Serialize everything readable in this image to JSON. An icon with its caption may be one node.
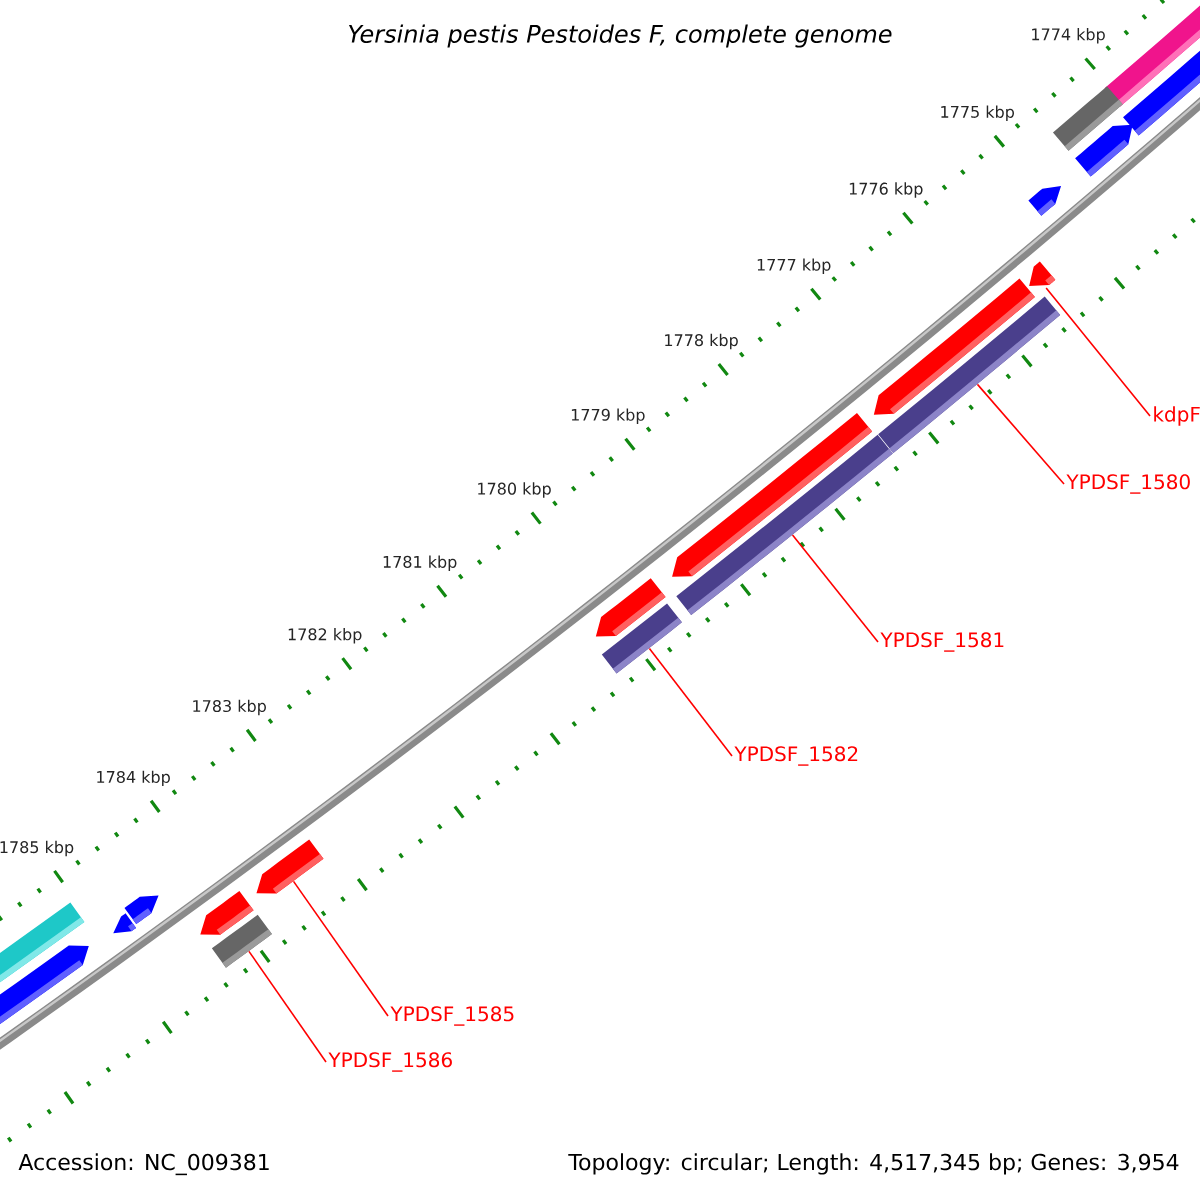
{
  "diagram": {
    "title": "Yersinia pestis Pestoides F, complete genome",
    "nodes": [
      {
        "text": [
          "kdpF"
        ]
      },
      {
        "text": [
          "YPDSF_1580"
        ]
      },
      {
        "text": [
          "YPDSF_1581"
        ]
      },
      {
        "text": [
          "YPDSF_1582"
        ]
      },
      {
        "text": [
          "YPDSF_1585"
        ]
      },
      {
        "text": [
          "YPDSF_1586"
        ]
      },
      {
        "text": [],
        "shape": "pentagon"
      },
      {
        "text": [],
        "shape": "bar"
      },
      {
        "text": [],
        "shape": "bar"
      },
      {
        "text": [],
        "shape": "bar"
      },
      {
        "text": [],
        "shape": "pentagon"
      },
      {
        "text": [],
        "shape": "bar"
      }
    ],
    "edges": [
      {
        "from": 0,
        "to": 6,
        "arrow": "none"
      },
      {
        "from": 1,
        "to": 7,
        "arrow": "none"
      },
      {
        "from": 2,
        "to": 8,
        "arrow": "none"
      },
      {
        "from": 3,
        "to": 9,
        "arrow": "none"
      },
      {
        "from": 4,
        "to": 10,
        "arrow": "none"
      },
      {
        "from": 5,
        "to": 11,
        "arrow": "none"
      }
    ],
    "labels": [
      "1774 kbp",
      "1775 kbp",
      "1776 kbp",
      "1777 kbp",
      "1778 kbp",
      "1779 kbp",
      "1780 kbp",
      "1781 kbp",
      "1782 kbp",
      "1783 kbp",
      "1784 kbp",
      "1785 kbp",
      "Accession: NC_009381",
      "Topology: circular; Length: 4,517,345 bp; Genes: 3,954"
    ]
  }
}
